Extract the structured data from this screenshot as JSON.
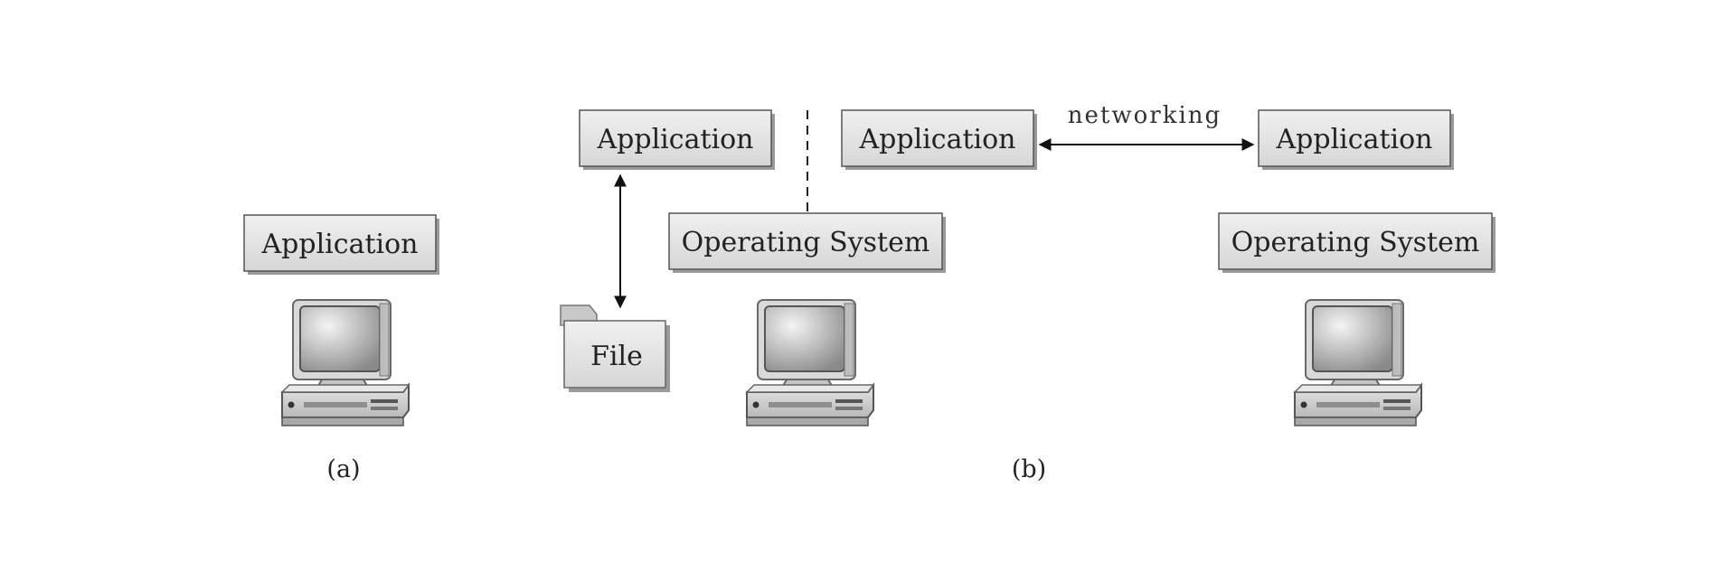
{
  "diagram": {
    "part_a": {
      "application_label": "Application",
      "caption": "(a)"
    },
    "part_b": {
      "left_application_label": "Application",
      "file_label": "File",
      "middle_application_label": "Application",
      "middle_os_label": "Operating System",
      "networking_label": "networking",
      "right_application_label": "Application",
      "right_os_label": "Operating System",
      "caption": "(b)"
    },
    "icons": [
      "computer-icon",
      "folder-icon"
    ]
  }
}
